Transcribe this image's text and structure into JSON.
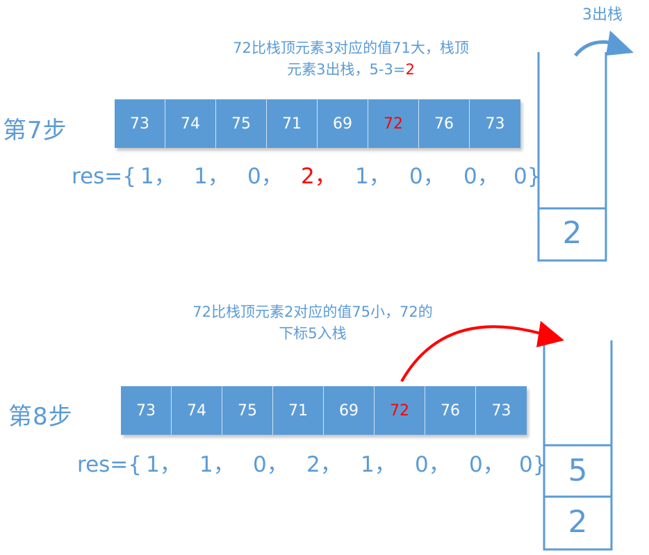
{
  "step7": {
    "label": "第7步",
    "caption_line1": "72比栈顶元素3对应的值71大，栈顶",
    "caption_line2_prefix": "元素3出栈，5-3=",
    "caption_line2_value": "2",
    "pop_label": "3出栈",
    "array": [
      "73",
      "74",
      "75",
      "71",
      "69",
      "72",
      "76",
      "73"
    ],
    "highlight_index": 5,
    "res_prefix": "res={",
    "res_values": [
      "1，",
      "1，",
      "0，",
      "2，",
      "1，",
      "0，",
      "0，",
      "0}"
    ],
    "res_highlight_index": 3,
    "stack": [
      "2"
    ]
  },
  "step8": {
    "label": "第8步",
    "caption_line1": "72比栈顶元素2对应的值75小，72的",
    "caption_line2": "下标5入栈",
    "array": [
      "73",
      "74",
      "75",
      "71",
      "69",
      "72",
      "76",
      "73"
    ],
    "highlight_index": 5,
    "res_prefix": "res={",
    "res_values": [
      "1，",
      "1，",
      "0，",
      "2，",
      "1，",
      "0，",
      "0，",
      "0}"
    ],
    "stack": [
      "5",
      "2"
    ]
  },
  "colors": {
    "primary": "#5b9bd5",
    "highlight": "#ff0000"
  }
}
